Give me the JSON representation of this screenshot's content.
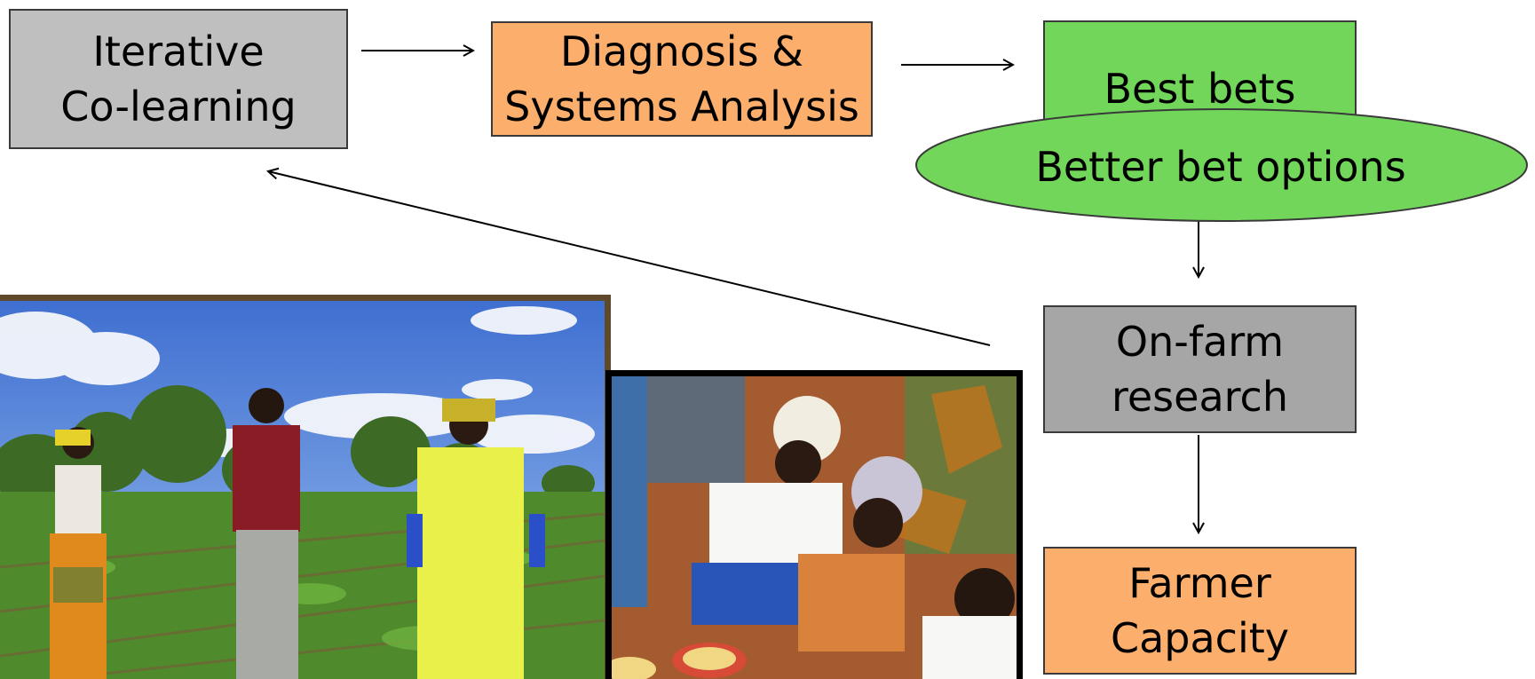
{
  "nodes": {
    "iterative": {
      "line1": "Iterative",
      "line2": "Co-learning"
    },
    "diagnosis": {
      "line1": "Diagnosis &",
      "line2": "Systems Analysis"
    },
    "best_bets": {
      "label": "Best bets"
    },
    "better_bet_options": {
      "label": "Better bet options"
    },
    "on_farm": {
      "line1": "On-farm",
      "line2": "research"
    },
    "farmer_capacity": {
      "line1": "Farmer",
      "line2": "Capacity"
    }
  },
  "colors": {
    "gray": "#bfbfbf",
    "gray_dark": "#a6a6a6",
    "orange": "#fcae6c",
    "green": "#72d65a",
    "photo_frame": "#5e4a2a"
  }
}
